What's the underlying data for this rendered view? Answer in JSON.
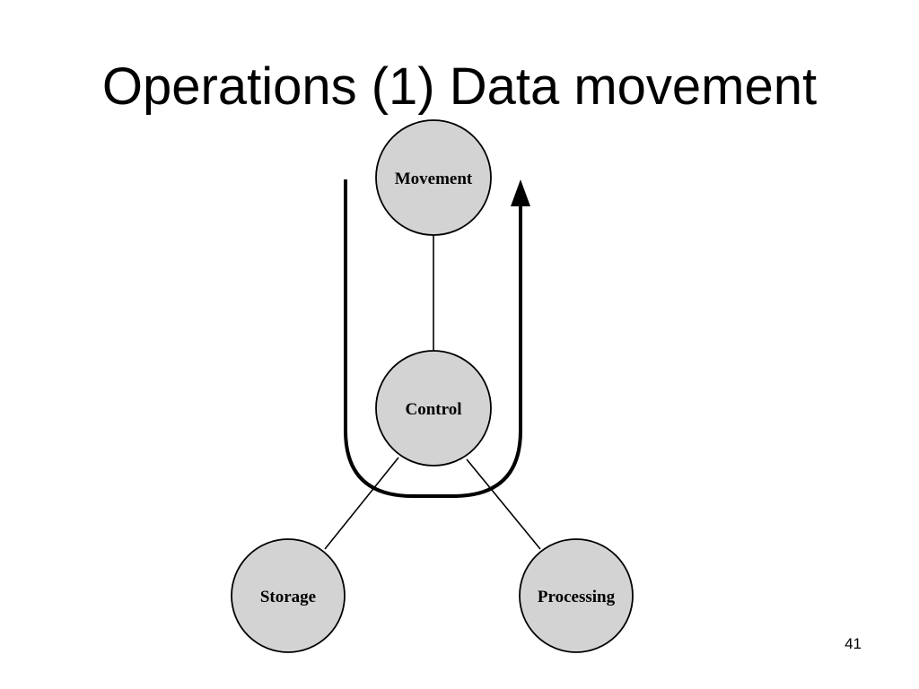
{
  "slide": {
    "title": "Operations (1) Data movement",
    "page_number": "41"
  },
  "diagram": {
    "nodes": {
      "movement": "Movement",
      "control": "Control",
      "storage": "Storage",
      "processing": "Processing"
    },
    "node_fill": "#d3d3d3",
    "stroke_color": "#000000"
  }
}
